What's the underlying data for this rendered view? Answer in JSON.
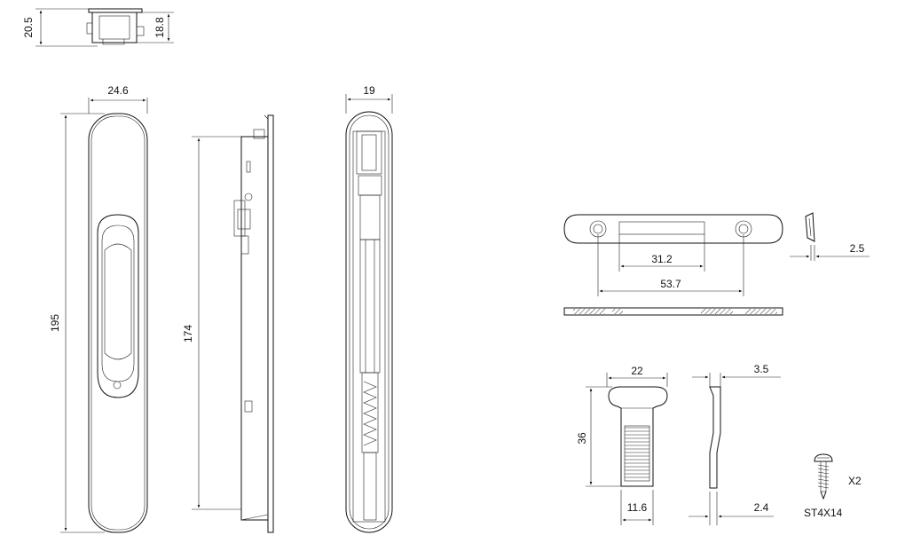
{
  "dimensions": {
    "top_height": "20.5",
    "top_inner_height": "18.8",
    "front_width": "24.6",
    "front_height": "195",
    "side_height": "174",
    "back_width": "19",
    "strike_hole_spacing_inner": "31.2",
    "strike_hole_spacing_outer": "53.7",
    "strike_thickness": "2.5",
    "keeper_width": "22",
    "keeper_height": "36",
    "keeper_shank_width": "11.6",
    "keeper_profile_top": "3.5",
    "keeper_profile_bottom": "2.4"
  },
  "screw": {
    "quantity": "X2",
    "spec": "ST4X14"
  },
  "colors": {
    "line": "#111111",
    "background": "#ffffff"
  }
}
